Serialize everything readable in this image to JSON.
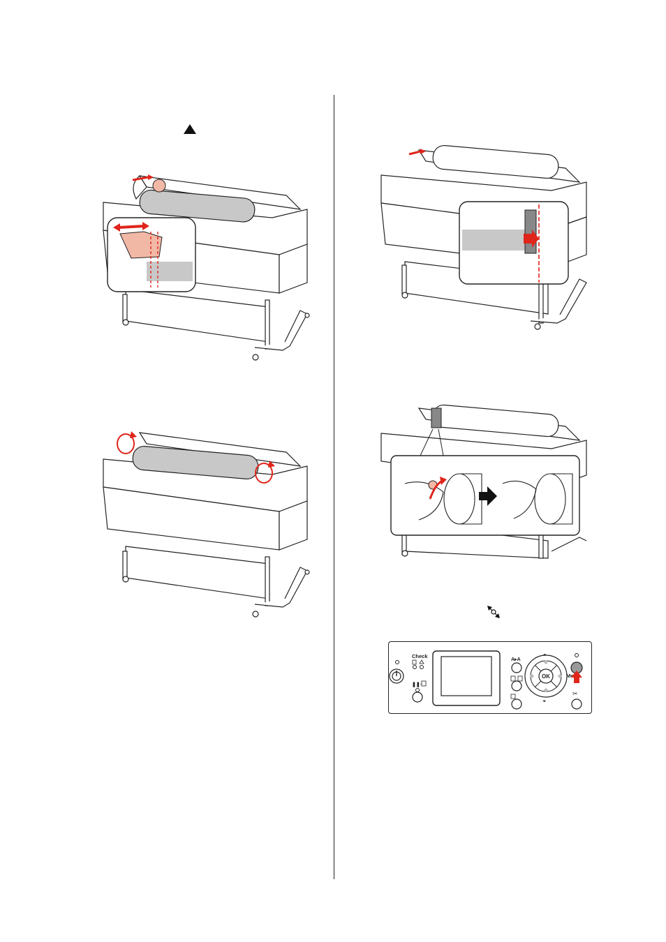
{
  "icons": {
    "up_arrow": "up-triangle-icon",
    "paper_source": "paper-source-icon"
  },
  "control_panel": {
    "check_label": "Check",
    "aa_label": "A▸A",
    "ok_label": "OK",
    "menu_label": "Menu",
    "power_icon": "power-icon",
    "pause_icon": "pause-cancel-icon",
    "cut_icon": "scissors-icon"
  },
  "colors": {
    "accent_red": "#e0251b",
    "highlight_pink": "#f2b8a6",
    "paper_gray": "#c8c8c8",
    "line": "#222222"
  }
}
